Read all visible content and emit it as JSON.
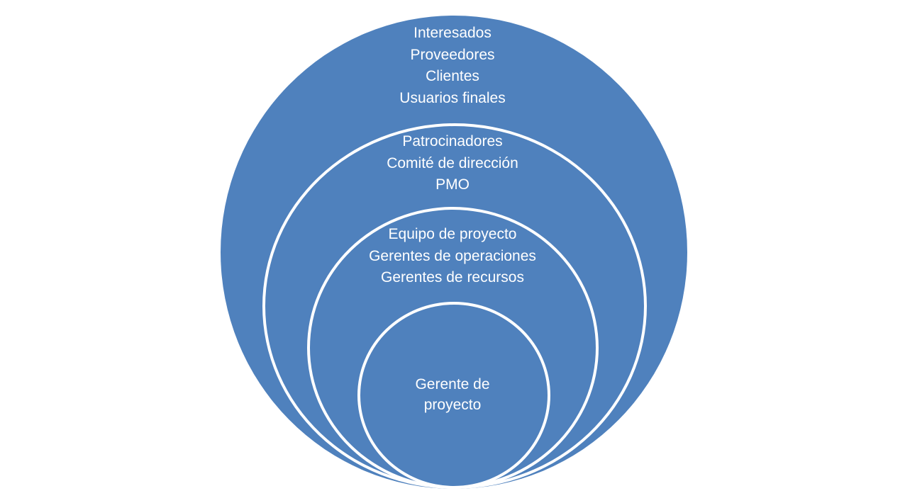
{
  "diagram": {
    "colors": {
      "fill": "#4f81bd",
      "outline": "#ffffff",
      "text": "#ffffff",
      "background": "#ffffff"
    },
    "rings": [
      {
        "lines": [
          "Interesados",
          "Proveedores",
          "Clientes",
          "Usuarios finales"
        ]
      },
      {
        "lines": [
          "Patrocinadores",
          "Comité de dirección",
          "PMO"
        ]
      },
      {
        "lines": [
          "Equipo de proyecto",
          "Gerentes de operaciones",
          "Gerentes de recursos"
        ]
      },
      {
        "lines": [
          "Gerente de",
          "proyecto"
        ]
      }
    ]
  }
}
